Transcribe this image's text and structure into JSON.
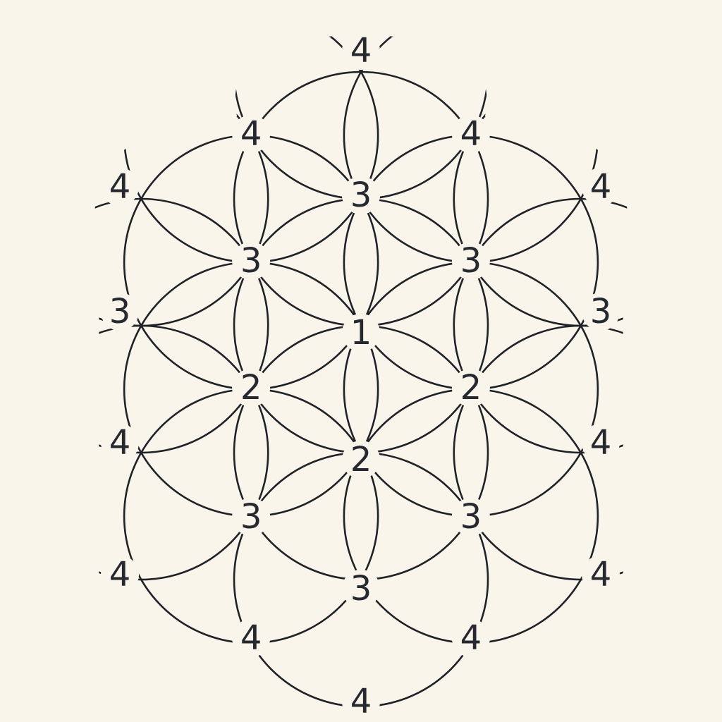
{
  "diagram": {
    "background": "#faf5ea",
    "stroke_color": "#1f2328",
    "label_color": "#262a30",
    "nodes": [
      {
        "id": "n-top",
        "label": "4"
      },
      {
        "id": "n-upper-left",
        "label": "4"
      },
      {
        "id": "n-upper-right",
        "label": "4"
      },
      {
        "id": "n-far-upper-left",
        "label": "4"
      },
      {
        "id": "n-far-upper-right",
        "label": "4"
      },
      {
        "id": "n-inner-top",
        "label": "3"
      },
      {
        "id": "n-inner-upper-left",
        "label": "3"
      },
      {
        "id": "n-inner-upper-right",
        "label": "3"
      },
      {
        "id": "n-outer-left",
        "label": "3"
      },
      {
        "id": "n-outer-right",
        "label": "3"
      },
      {
        "id": "n-center",
        "label": "1"
      },
      {
        "id": "n-inner-lower-left",
        "label": "2"
      },
      {
        "id": "n-inner-lower-right",
        "label": "2"
      },
      {
        "id": "n-inner-bottom",
        "label": "2"
      },
      {
        "id": "n-far-mid-left",
        "label": "4"
      },
      {
        "id": "n-far-mid-right",
        "label": "4"
      },
      {
        "id": "n-lower-left",
        "label": "3"
      },
      {
        "id": "n-lower-right",
        "label": "3"
      },
      {
        "id": "n-far-lower-left",
        "label": "4"
      },
      {
        "id": "n-far-lower-right",
        "label": "4"
      },
      {
        "id": "n-lower-center",
        "label": "3"
      },
      {
        "id": "n-bottom-left",
        "label": "4"
      },
      {
        "id": "n-bottom-right",
        "label": "4"
      },
      {
        "id": "n-bottom",
        "label": "4"
      }
    ]
  }
}
